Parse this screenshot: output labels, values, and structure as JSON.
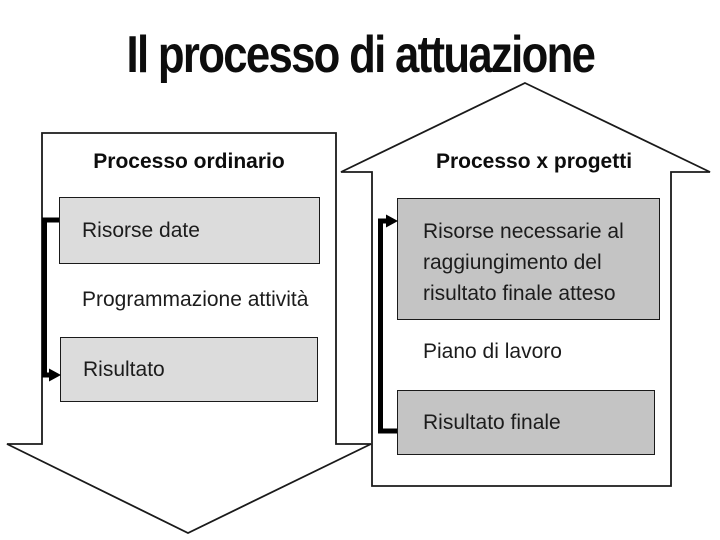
{
  "slide": {
    "title": "Il processo di attuazione",
    "columns": [
      {
        "header": "Processo ordinario",
        "shape": "down-arrow",
        "steps": [
          {
            "label": "Risorse date",
            "boxed": true
          },
          {
            "label": "Programmazione attività",
            "boxed": false
          },
          {
            "label": "Risultato",
            "boxed": true
          }
        ],
        "connector_direction": "down"
      },
      {
        "header": "Processo x progetti",
        "shape": "up-arrow",
        "steps": [
          {
            "label": "Risorse necessarie al\nraggiungimento del\nrisultato finale atteso",
            "boxed": true
          },
          {
            "label": "Piano di lavoro",
            "boxed": false
          },
          {
            "label": "Risultato finale",
            "boxed": true
          }
        ],
        "connector_direction": "up"
      }
    ],
    "colors": {
      "background": "#ffffff",
      "title_text": "#0d0d0d",
      "body_text": "#1c1c1c",
      "outline": "#1a1a1a",
      "connector": "#000000",
      "left_box_fill": "#dcdcdc",
      "right_box_fill": "#c4c4c4"
    }
  }
}
